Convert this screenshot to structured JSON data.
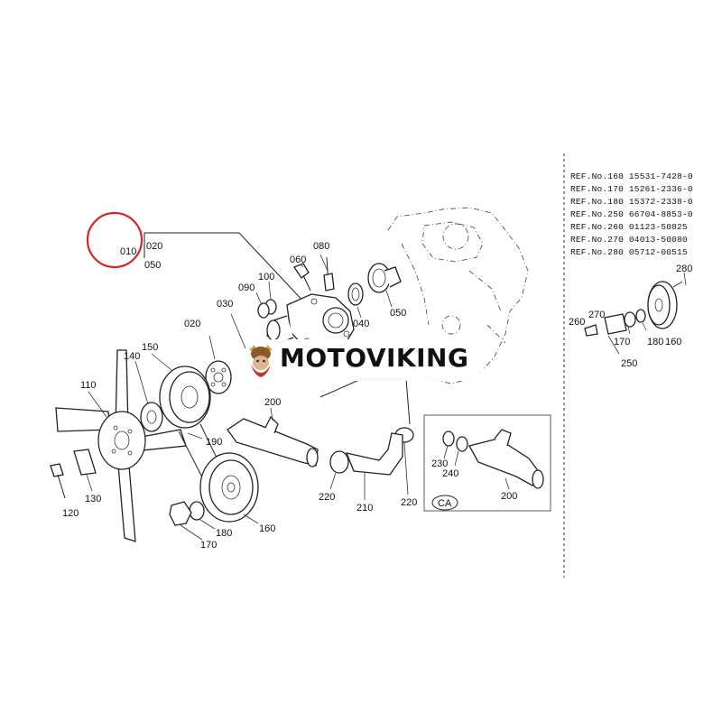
{
  "labels": {
    "l010": "010",
    "l020a": "020",
    "l050a": "050",
    "l080": "080",
    "l060": "060",
    "l100": "100",
    "l090": "090",
    "l040": "040",
    "l050b": "050",
    "l020b": "020",
    "l030": "030",
    "l150": "150",
    "l140": "140",
    "l110": "110",
    "l190": "190",
    "l200a": "200",
    "l120": "120",
    "l130": "130",
    "l170a": "170",
    "l180a": "180",
    "l160a": "160",
    "l220a": "220",
    "l210": "210",
    "l220b": "220",
    "l230": "230",
    "l240": "240",
    "l200b": "200",
    "lCA": "CA",
    "l280": "280",
    "l260": "260",
    "l270": "270",
    "l170b": "170",
    "l180b": "180",
    "l160b": "160",
    "l250": "250"
  },
  "refs": [
    "REF.No.160  15531-7428-0",
    "REF.No.170  15261-2336-0",
    "REF.No.180  15372-2338-0",
    "REF.No.250  66704-8853-0",
    "REF.No.260  01123-50825",
    "REF.No.270  04013-50080",
    "REF.No.280  05712-00515"
  ],
  "watermark": {
    "text": "MOTOVIKING"
  },
  "colors": {
    "highlight_circle": "#d62828",
    "ink": "#222222"
  }
}
